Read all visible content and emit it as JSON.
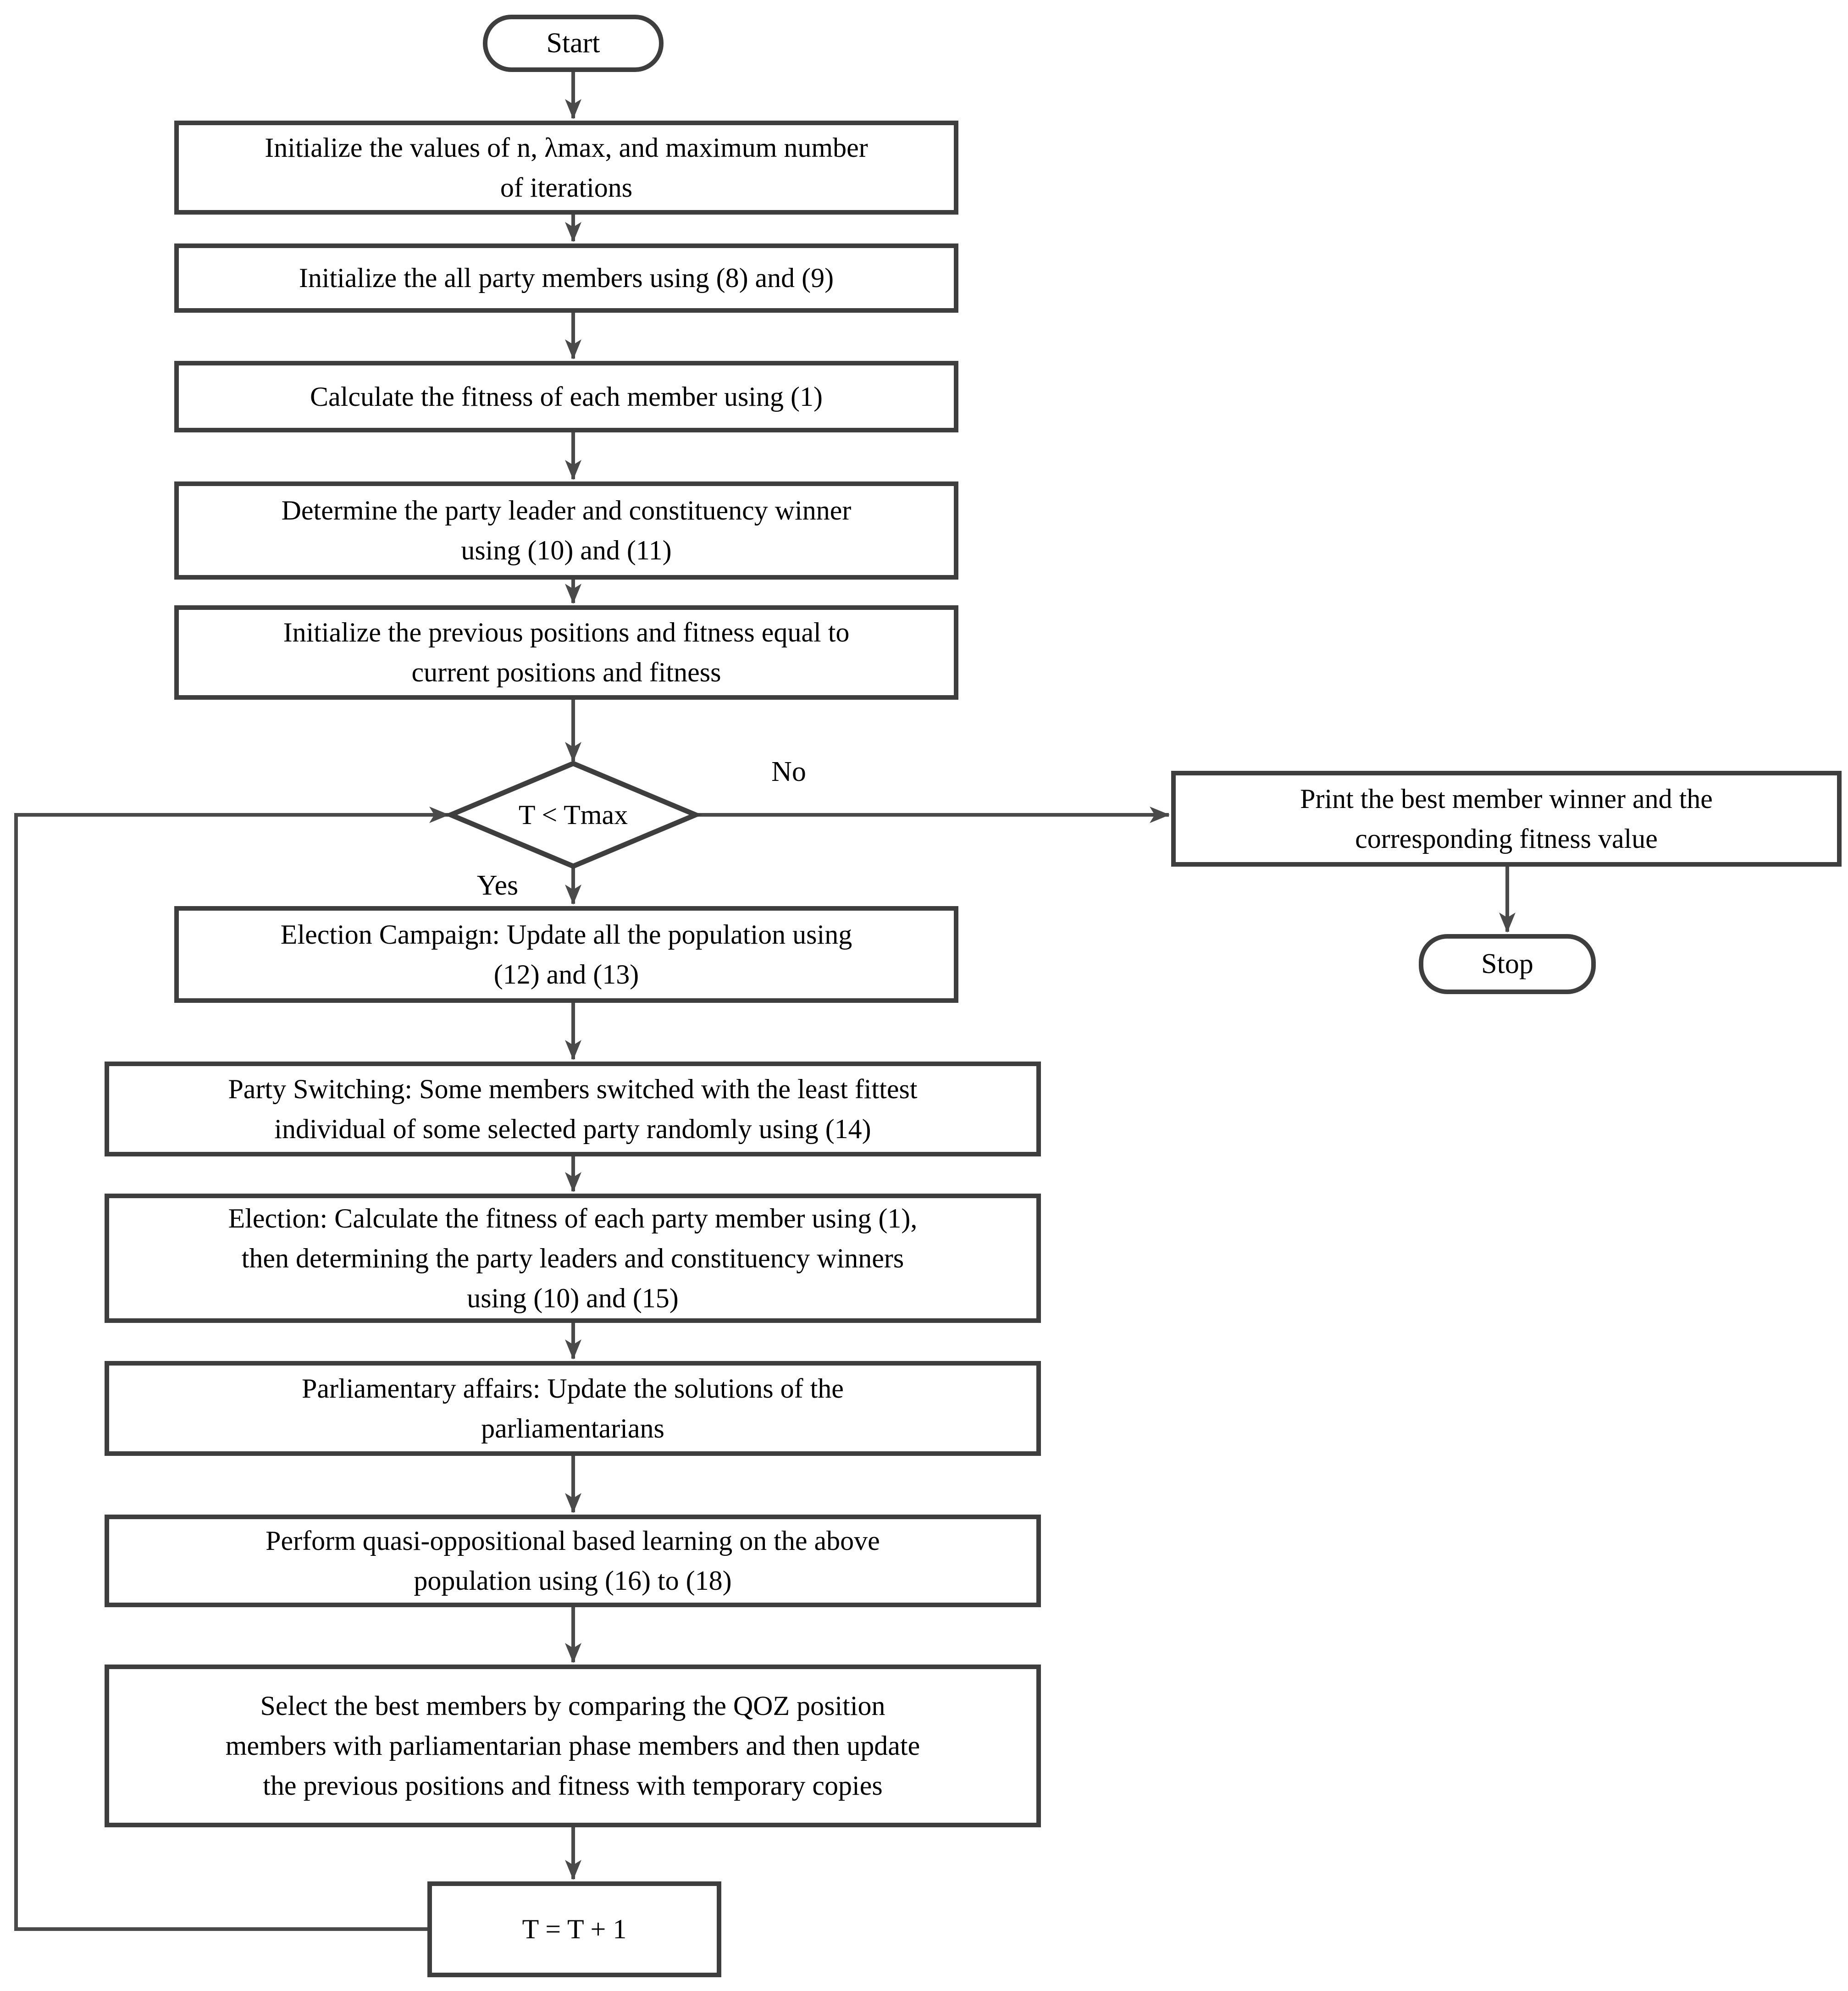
{
  "colors": {
    "border": "#3e3e3e",
    "line": "#4a4a4a",
    "text": "#000000",
    "background": "#ffffff"
  },
  "nodes": {
    "start": {
      "label": "Start"
    },
    "init_values": {
      "text": "Initialize the values of n, λmax, and maximum number\nof iterations"
    },
    "init_members": {
      "text": "Initialize the all party members using (8) and (9)"
    },
    "calc_fitness": {
      "text": "Calculate the fitness of each member using (1)"
    },
    "determine_leader": {
      "text": "Determine the party leader and constituency winner\nusing (10) and (11)"
    },
    "init_previous": {
      "text": "Initialize the previous positions and fitness equal to\ncurrent positions and fitness"
    },
    "decision": {
      "text": "T < Tmax"
    },
    "print_result": {
      "text": "Print the best member winner and the\ncorresponding fitness value"
    },
    "stop": {
      "label": "Stop"
    },
    "election_campaign": {
      "text": "Election Campaign: Update all the population using\n(12) and (13)"
    },
    "party_switching": {
      "text": "Party Switching: Some members switched with the least fittest\nindividual of some selected party randomly using (14)"
    },
    "election": {
      "text": "Election: Calculate the fitness of each party member using (1),\nthen determining the party leaders and constituency winners\nusing (10) and (15)"
    },
    "parliamentary_affairs": {
      "text": "Parliamentary affairs: Update the solutions of the\nparliamentarians"
    },
    "quasi_oppositional": {
      "text": "Perform quasi-oppositional based learning on the above\npopulation using (16) to (18)"
    },
    "select_best": {
      "text": "Select the best members by comparing the QOZ position\nmembers with parliamentarian phase members and then update\nthe previous positions and fitness with temporary copies"
    },
    "increment": {
      "text": "T = T + 1"
    }
  },
  "edge_labels": {
    "yes": "Yes",
    "no": "No"
  }
}
